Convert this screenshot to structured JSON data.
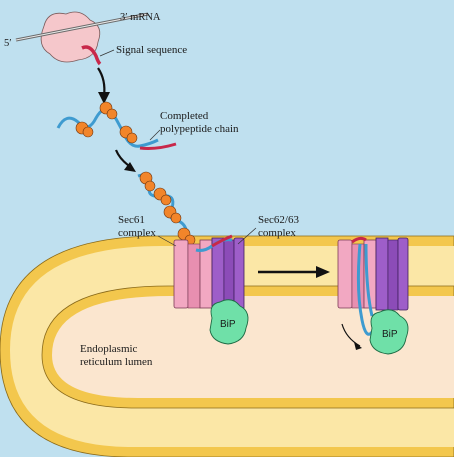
{
  "labels": {
    "mrna_3prime": "3′ mRNA",
    "mrna_5prime": "5′",
    "signal_sequence": "Signal sequence",
    "completed_line1": "Completed",
    "completed_line2": "polypeptide chain",
    "sec61_line1": "Sec61",
    "sec61_line2": "complex",
    "sec6263_line1": "Sec62/63",
    "sec6263_line2": "complex",
    "er_line1": "Endoplasmic",
    "er_line2": "reticulum lumen",
    "bip_left": "BiP",
    "bip_right": "BiP"
  },
  "colors": {
    "background": "#bfe0ef",
    "membrane_outer": "#f3c74d",
    "membrane_inner": "#fbe7a6",
    "lumen": "#fbe6cf",
    "ribosome": "#f5c7cb",
    "ribosome_bead": "#f2852a",
    "polypeptide": "#3e9bd0",
    "signal_sequence": "#c8284a",
    "sec61": "#f2a8c2",
    "sec6263": "#9e5ec9",
    "bip": "#6fe0a8",
    "arrow": "#111111"
  }
}
